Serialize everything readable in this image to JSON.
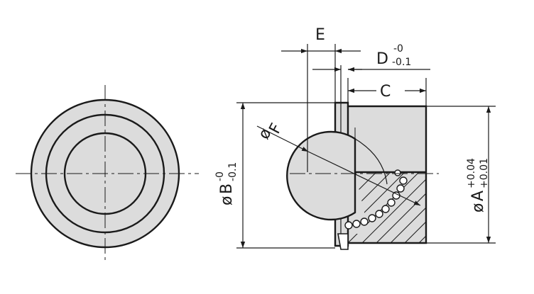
{
  "labels": {
    "e": "E",
    "d_letter": "D",
    "d_upper": "-0",
    "d_lower": "-0.1",
    "c": "C",
    "f_prefix": "ø",
    "f_letter": "F",
    "b_prefix": "ø",
    "b_letter": "B",
    "b_upper": "-0",
    "b_lower": "-0.1",
    "a_prefix": "ø",
    "a_letter": "A",
    "a_upper": "+0.04",
    "a_lower": "+0.01"
  },
  "colors": {
    "line": "#1a1a1a",
    "body_fill": "#dcdcdc",
    "background": "#ffffff"
  }
}
